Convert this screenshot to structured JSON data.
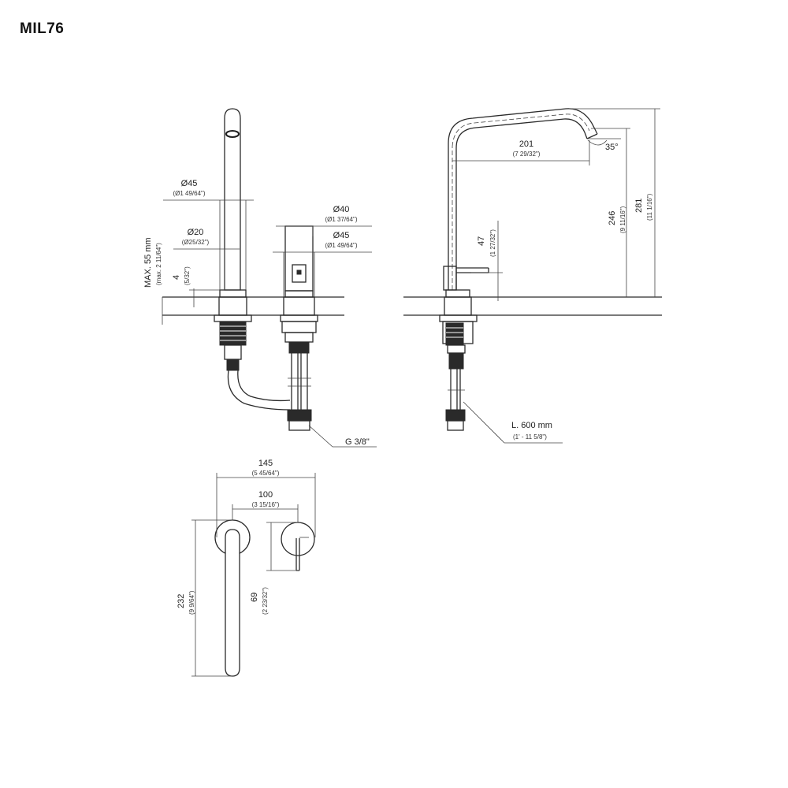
{
  "title": "MIL76",
  "colors": {
    "line": "#2b2b2b",
    "background": "#ffffff"
  },
  "dimensions": {
    "d45_top": {
      "main": "Ø45",
      "sub": "(Ø1 49/64\")"
    },
    "d20": {
      "main": "Ø20",
      "sub": "(Ø25/32\")"
    },
    "max55": {
      "main": "MAX. 55 mm",
      "sub": "(max. 2 11/64\")"
    },
    "four": {
      "main": "4",
      "sub": "(5/32\")"
    },
    "d40": {
      "main": "Ø40",
      "sub": "(Ø1 37/64\")"
    },
    "d45_right": {
      "main": "Ø45",
      "sub": "(Ø1 49/64\")"
    },
    "g38": {
      "main": "G 3/8\""
    },
    "d201": {
      "main": "201",
      "sub": "(7 29/32\")"
    },
    "a35": {
      "main": "35°"
    },
    "d246": {
      "main": "246",
      "sub": "(9 11/16\")"
    },
    "d281": {
      "main": "281",
      "sub": "(11 1/16\")"
    },
    "d47": {
      "main": "47",
      "sub": "(1 27/32\")"
    },
    "l600": {
      "main": "L. 600 mm",
      "sub": "(1' - 11 5/8\")"
    },
    "d145": {
      "main": "145",
      "sub": "(5 45/64\")"
    },
    "d100": {
      "main": "100",
      "sub": "(3 15/16\")"
    },
    "d232": {
      "main": "232",
      "sub": "(9 9/64\")"
    },
    "d69": {
      "main": "69",
      "sub": "(2 23/32\")"
    }
  }
}
